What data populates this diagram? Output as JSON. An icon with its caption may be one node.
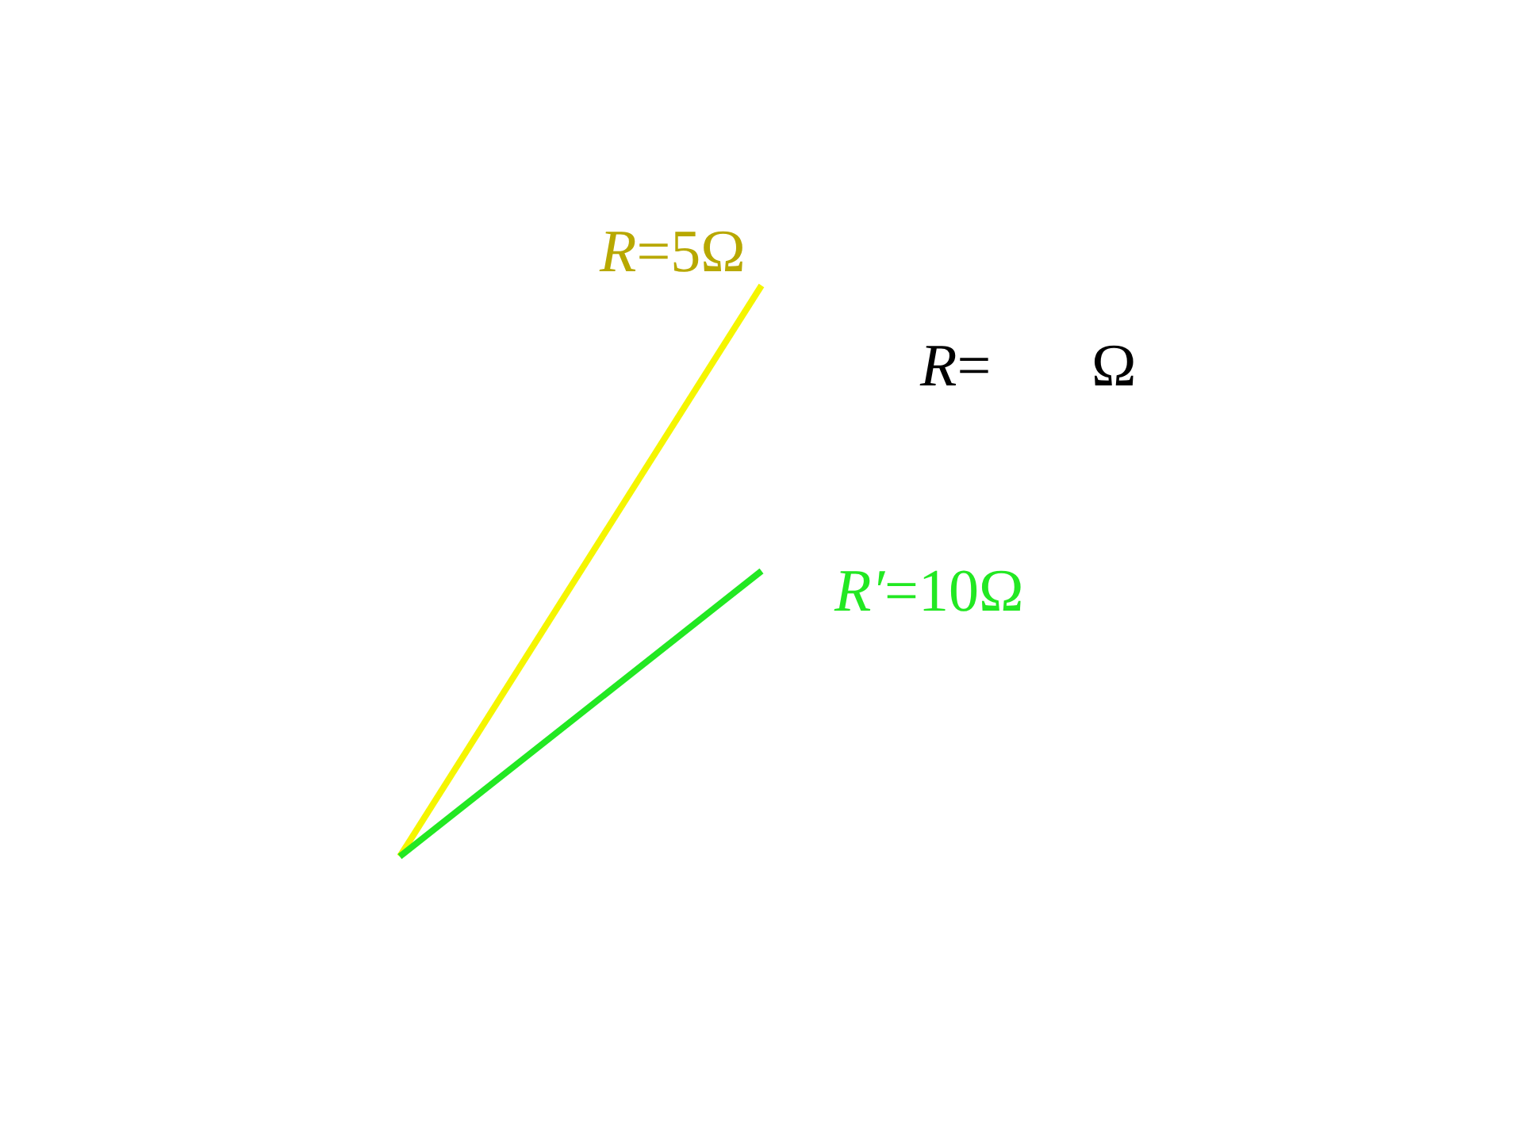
{
  "diagram": {
    "labels": [
      "*R*=5Ω",
      "*R*=",
      "Ω",
      "*R′*=10Ω"
    ]
  }
}
